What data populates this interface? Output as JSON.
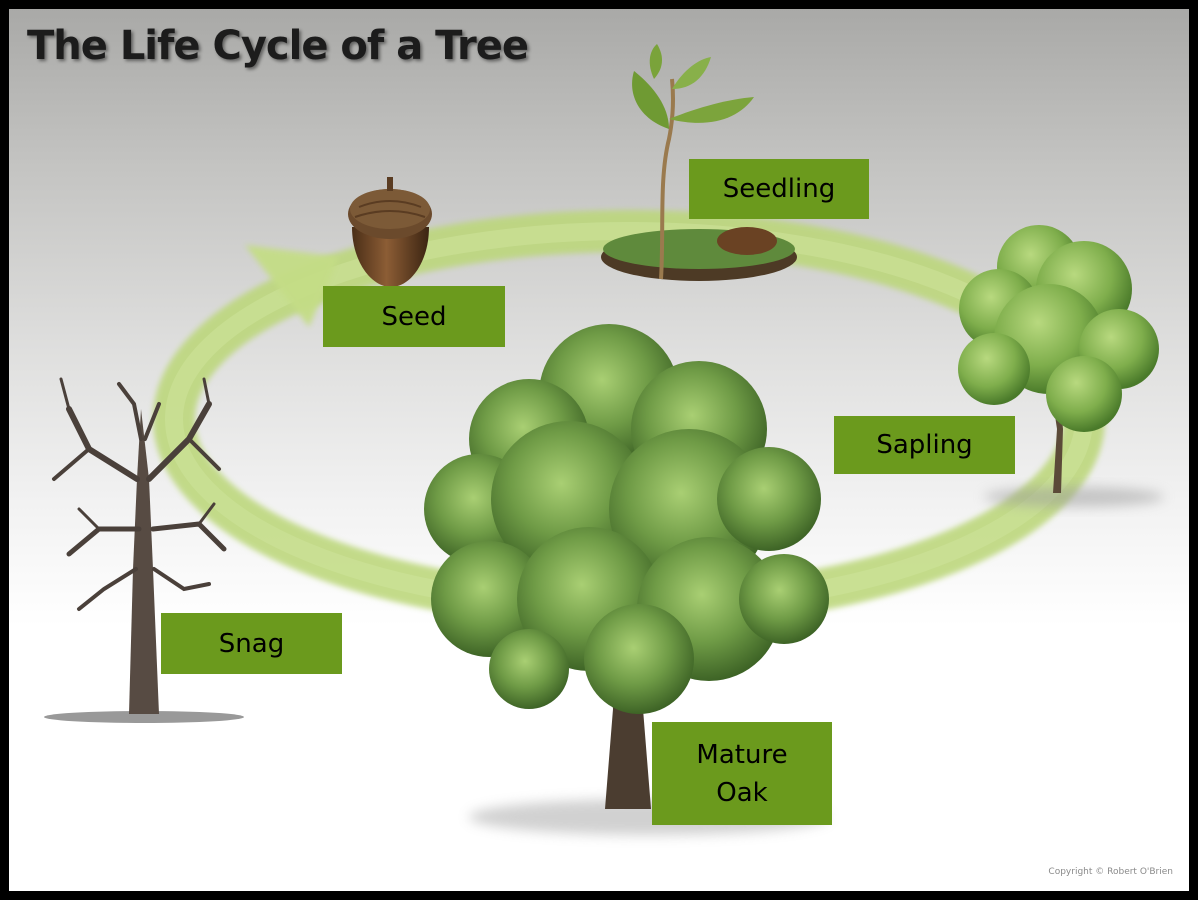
{
  "diagram": {
    "title": "The Life Cycle of a Tree",
    "stages": {
      "seed": "Seed",
      "seedling": "Seedling",
      "sapling": "Sapling",
      "mature": "Mature\nOak",
      "snag": "Snag"
    },
    "copyright": "Copyright © Robert O'Brien"
  },
  "colors": {
    "label_fill": "#6b9a1d",
    "cycle_arrow": "#bcd77a",
    "frame": "#000000",
    "foliage": "#5f8a3c"
  },
  "icons": {
    "seed": "acorn-icon",
    "seedling": "seedling-icon",
    "sapling": "sapling-tree-icon",
    "mature": "oak-tree-icon",
    "snag": "dead-tree-icon"
  }
}
